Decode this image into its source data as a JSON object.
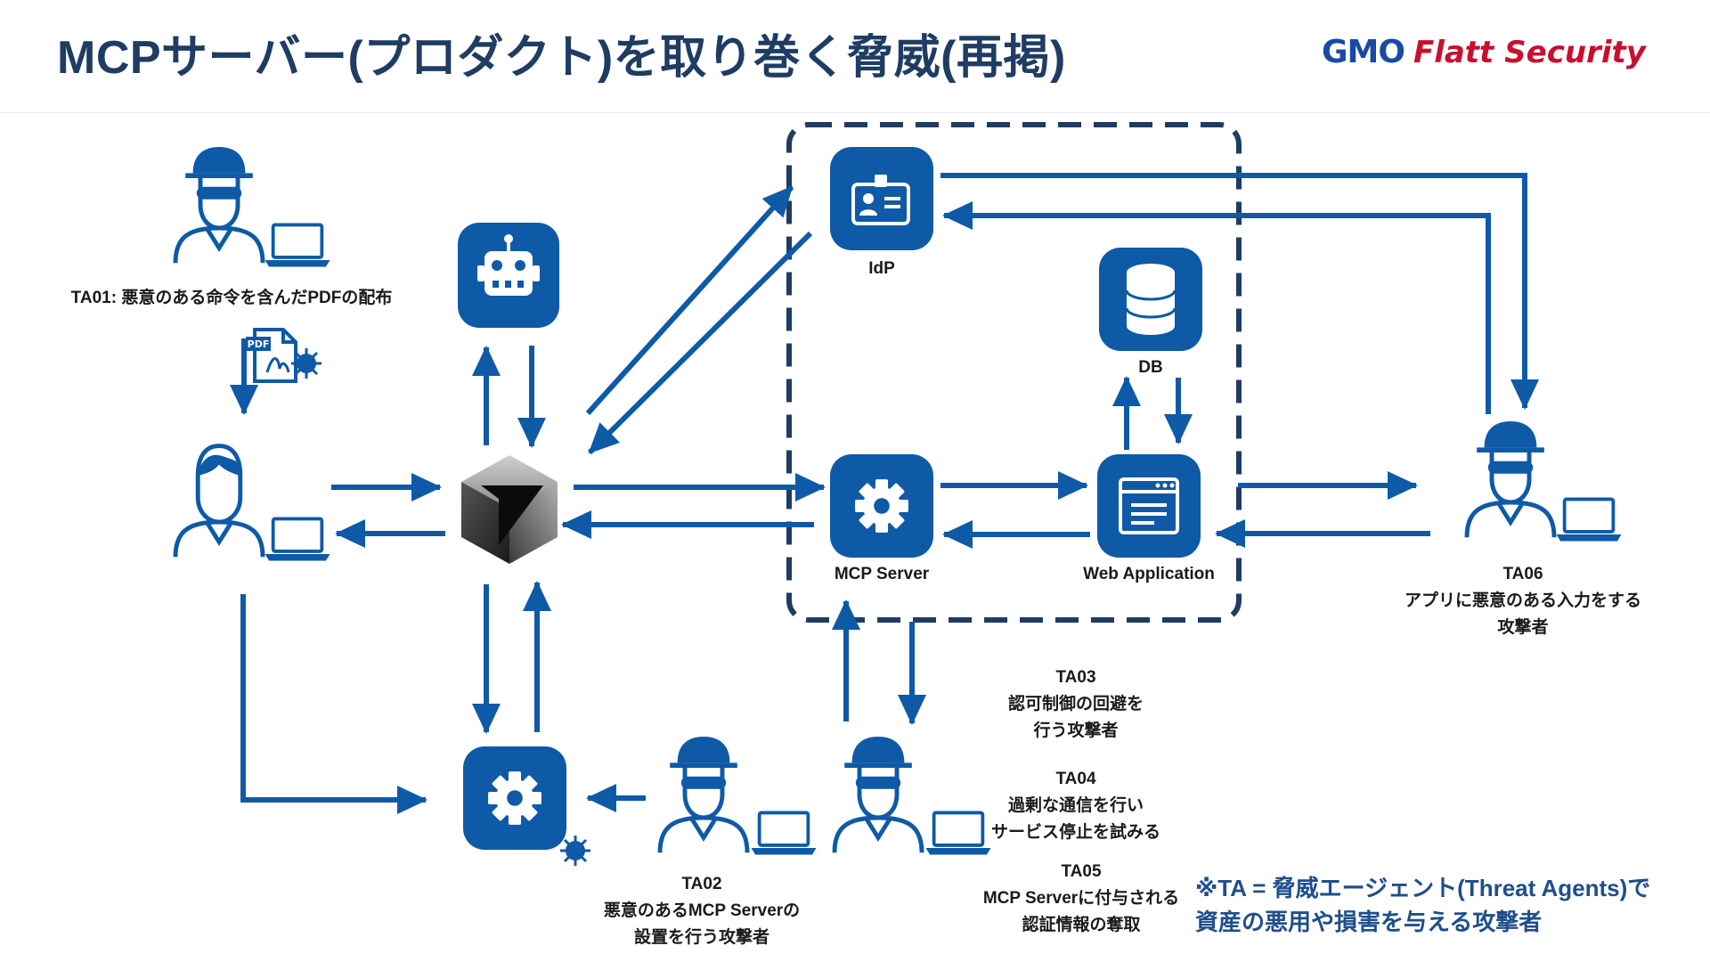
{
  "title": "MCPサーバー(プロダクト)を取り巻く脅威(再掲)",
  "logo": {
    "brand": "GMO",
    "product": "Flatt Security"
  },
  "colors": {
    "primary": "#0e5aa7",
    "dashed_border": "#1f3c63",
    "title": "#1f3c63",
    "logo_red": "#c8102e"
  },
  "nodes": {
    "idp": "IdP",
    "db": "DB",
    "mcp_server": "MCP Server",
    "web_application": "Web Application"
  },
  "threat_agents": {
    "ta01": "TA01: 悪意のある命令を含んだPDFの配布",
    "ta02": {
      "id": "TA02",
      "line1": "悪意のあるMCP Serverの",
      "line2": "設置を行う攻撃者"
    },
    "ta03": {
      "id": "TA03",
      "line1": "認可制御の回避を",
      "line2": "行う攻撃者"
    },
    "ta04": {
      "id": "TA04",
      "line1": "過剰な通信を行い",
      "line2": "サービス停止を試みる"
    },
    "ta05": {
      "id": "TA05",
      "line1": "MCP Serverに付与される",
      "line2": "認証情報の奪取"
    },
    "ta06": {
      "id": "TA06",
      "line1": "アプリに悪意のある入力をする",
      "line2": "攻撃者"
    }
  },
  "pdf_badge": "PDF",
  "footnote": {
    "line1": "※TA = 脅威エージェント(Threat Agents)で",
    "line2": "資産の悪用や損害を与える攻撃者"
  },
  "icons": [
    "robot-icon",
    "llm-client-icon",
    "gear-icon",
    "id-card-icon",
    "database-icon",
    "browser-window-icon",
    "user-icon",
    "attacker-icon",
    "laptop-icon",
    "pdf-file-icon",
    "virus-icon"
  ]
}
